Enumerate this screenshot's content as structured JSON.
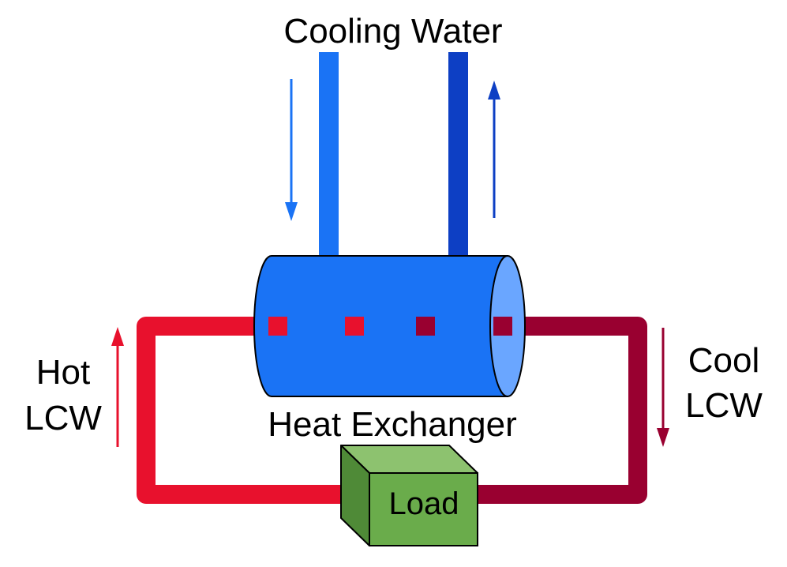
{
  "labels": {
    "cooling_water": "Cooling Water",
    "heat_exchanger": "Heat Exchanger",
    "hot_lcw_line1": "Hot",
    "hot_lcw_line2": "LCW",
    "cool_lcw_line1": "Cool",
    "cool_lcw_line2": "LCW",
    "load": "Load"
  },
  "colors": {
    "cooling_supply": "#1a73f5",
    "cooling_return": "#0d3fc4",
    "exchanger_body": "#1a73f5",
    "exchanger_end": "#6aa6ff",
    "hot_lcw": "#e8112d",
    "cool_lcw": "#990030",
    "load_front": "#6aac4b",
    "load_top": "#8dc26f",
    "load_side": "#4f8a37",
    "outline": "#000000"
  }
}
